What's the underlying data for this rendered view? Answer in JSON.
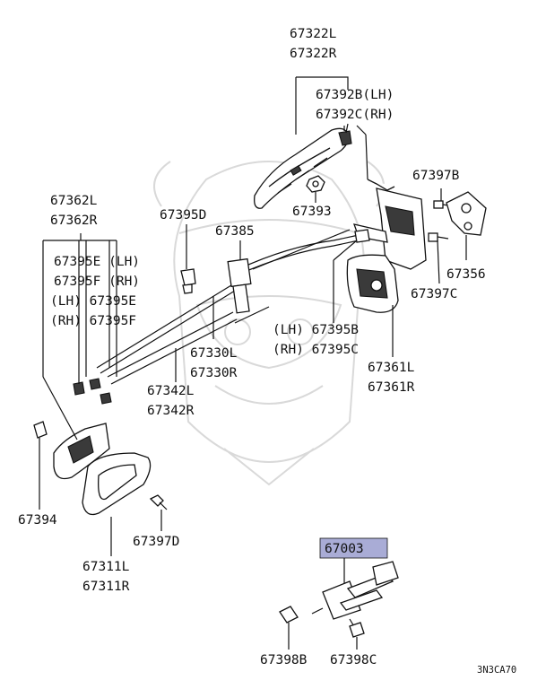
{
  "labels": {
    "p67322L": "67322L",
    "p67322R": "67322R",
    "p67392B": "67392B(LH)",
    "p67392C": "67392C(RH)",
    "p67393": "67393",
    "p67397B": "67397B",
    "p67356": "67356",
    "p67397C": "67397C",
    "p67362L": "67362L",
    "p67362R": "67362R",
    "p67395D": "67395D",
    "p67385": "67385",
    "p67395E_lh": "67395E (LH)",
    "p67395F_rh": "67395F (RH)",
    "p67395E_left": "(LH) 67395E",
    "p67395F_left": "(RH) 67395F",
    "p67395B": "(LH) 67395B",
    "p67395C": "(RH) 67395C",
    "p67330L": "67330L",
    "p67330R": "67330R",
    "p67361L": "67361L",
    "p67361R": "67361R",
    "p67342L": "67342L",
    "p67342R": "67342R",
    "p67394": "67394",
    "p67397D": "67397D",
    "p67311L": "67311L",
    "p67311R": "67311R",
    "p67003": "67003",
    "p67398B": "67398B",
    "p67398C": "67398C",
    "diagram_code": "3N3CA70"
  },
  "colors": {
    "highlight_box": "#a9acd6",
    "line": "#111111",
    "watermark": "#d9d9d9"
  }
}
